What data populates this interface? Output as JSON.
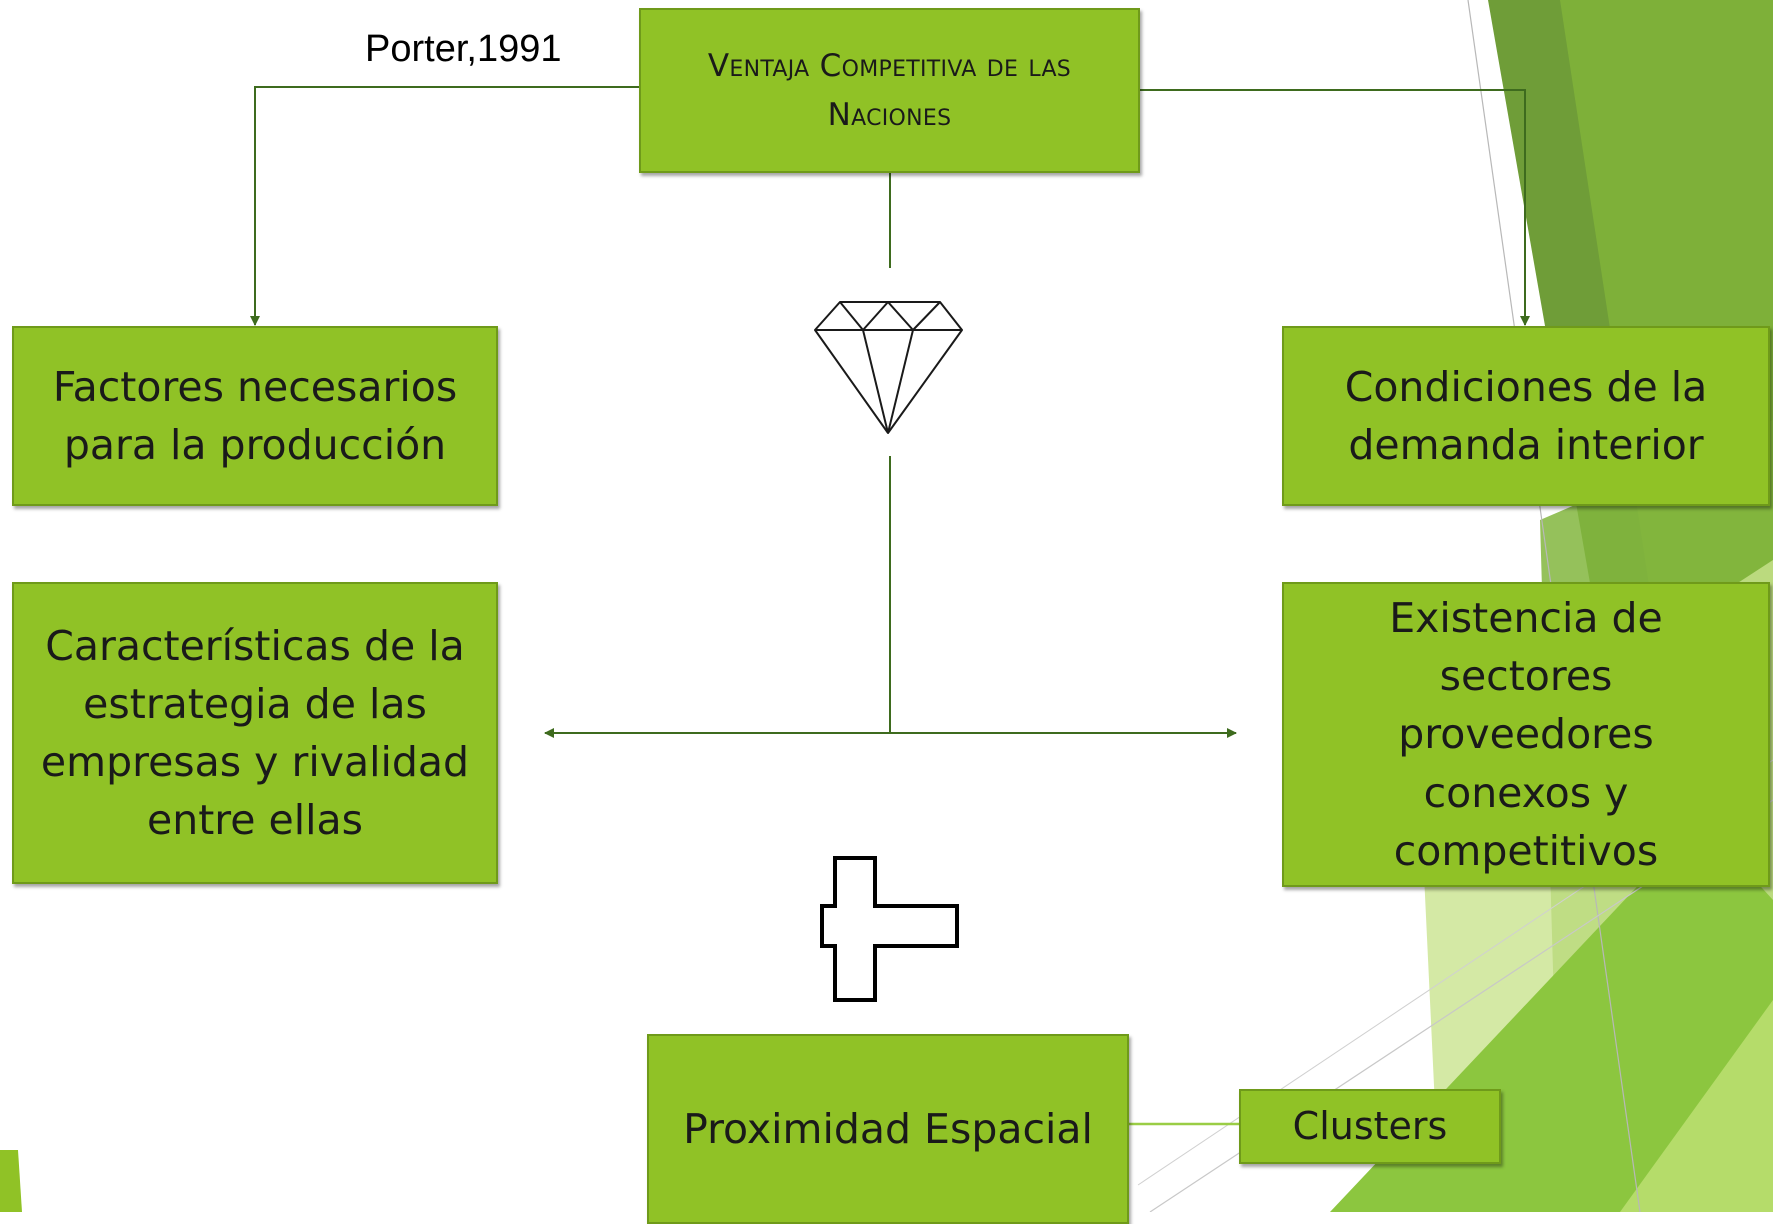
{
  "citation": "Porter,1991",
  "title_box": {
    "label": "Ventaja Competitiva de las Naciones"
  },
  "boxes": {
    "factores": "Factores necesarios para la producción",
    "condiciones": "Condiciones de la demanda interior",
    "caracteristicas": "Características de la estrategia de las empresas y rivalidad entre ellas",
    "existencia": "Existencia de sectores proveedores conexos y competitivos",
    "proximidad": "Proximidad Espacial",
    "clusters": "Clusters"
  },
  "icons": {
    "diamond": "diamond-icon",
    "plus": "plus-icon"
  },
  "colors": {
    "box_fill": "#90c226",
    "box_border": "#6f9a1a",
    "connector": "#3e6b1e",
    "cluster_link": "#9acd45",
    "background_accent_dark": "#5a8c2a",
    "background_accent_light": "#c4e08a"
  }
}
